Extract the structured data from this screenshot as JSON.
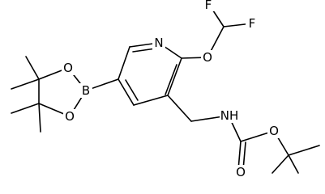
{
  "structure": {
    "atoms": {
      "N_ring": "N",
      "O_ether": "O",
      "F_top": "F",
      "F_right": "F",
      "B": "B",
      "O_pin_top": "O",
      "O_pin_bottom": "O",
      "N_amide": "NH",
      "O_ester": "O",
      "O_carbonyl": "O"
    }
  }
}
